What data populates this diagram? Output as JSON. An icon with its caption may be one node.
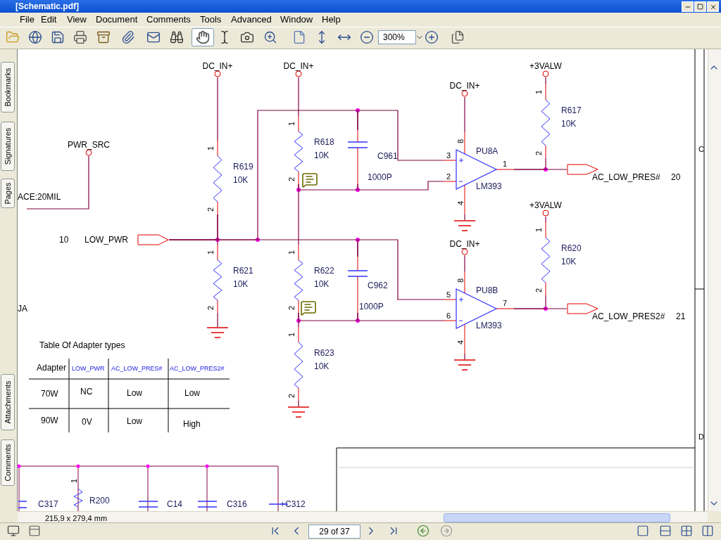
{
  "diagram": {
    "nodes": [
      {
        "text": [
          "PWR_SRC"
        ]
      },
      {
        "text": [
          "DC_IN+"
        ]
      },
      {
        "text": [
          "DC_IN+"
        ]
      },
      {
        "text": [
          "R619",
          "10K",
          "1",
          "2"
        ]
      },
      {
        "text": [
          "R621",
          "10K",
          "1",
          "2"
        ]
      },
      {
        "text": [
          "R618",
          "10K",
          "1",
          "2"
        ]
      },
      {
        "text": [
          "R622",
          "10K",
          "1",
          "2"
        ]
      },
      {
        "text": [
          "R623",
          "10K",
          "1",
          "2"
        ]
      },
      {
        "text": [
          "C961",
          "1000P"
        ]
      },
      {
        "text": [
          "C962",
          "1000P"
        ]
      },
      {
        "text": [
          "LOW_PWR"
        ]
      },
      {
        "text": [
          "PU8A",
          "LM393",
          "3",
          "2",
          "1",
          "8",
          "4"
        ]
      },
      {
        "text": [
          "PU8B",
          "LM393",
          "5",
          "6",
          "7",
          "8",
          "4"
        ]
      },
      {
        "text": [
          "DC_IN+"
        ]
      },
      {
        "text": [
          "DC_IN+"
        ]
      },
      {
        "text": [
          "+3VALW"
        ]
      },
      {
        "text": [
          "+3VALW"
        ]
      },
      {
        "text": [
          "R617",
          "10K",
          "1",
          "2"
        ]
      },
      {
        "text": [
          "R620",
          "10K",
          "1",
          "2"
        ]
      },
      {
        "text": [
          "AC_LOW_PRES#"
        ]
      },
      {
        "text": [
          "AC_LOW_PRES2#"
        ]
      },
      {
        "text": [],
        "shape": "ground"
      },
      {
        "text": [],
        "shape": "ground"
      },
      {
        "text": [],
        "shape": "ground"
      },
      {
        "text": [],
        "shape": "ground"
      }
    ],
    "edges": [
      {
        "from": 0,
        "to": null,
        "arrow": "none"
      },
      {
        "from": 1,
        "to": 3,
        "arrow": "none"
      },
      {
        "from": 3,
        "to": 4,
        "arrow": "none"
      },
      {
        "from": 4,
        "to": 21,
        "arrow": "none"
      },
      {
        "from": 10,
        "to": 3,
        "arrow": "none"
      },
      {
        "from": 10,
        "to": 8,
        "arrow": "none"
      },
      {
        "from": 8,
        "to": 11,
        "arrow": "none"
      },
      {
        "from": 10,
        "to": 9,
        "arrow": "none"
      },
      {
        "from": 9,
        "to": 12,
        "arrow": "none"
      },
      {
        "from": 2,
        "to": 5,
        "arrow": "none"
      },
      {
        "from": 5,
        "to": 6,
        "arrow": "none"
      },
      {
        "from": 5,
        "to": 8,
        "arrow": "none"
      },
      {
        "from": 8,
        "to": 11,
        "arrow": "none"
      },
      {
        "from": 6,
        "to": 9,
        "arrow": "none"
      },
      {
        "from": 9,
        "to": 12,
        "arrow": "none"
      },
      {
        "from": 6,
        "to": 7,
        "arrow": "none"
      },
      {
        "from": 7,
        "to": 22,
        "arrow": "none"
      },
      {
        "from": 13,
        "to": 11,
        "arrow": "none"
      },
      {
        "from": 11,
        "to": 23,
        "arrow": "none"
      },
      {
        "from": 14,
        "to": 12,
        "arrow": "none"
      },
      {
        "from": 12,
        "to": 24,
        "arrow": "none"
      },
      {
        "from": 15,
        "to": 17,
        "arrow": "none"
      },
      {
        "from": 17,
        "to": 11,
        "arrow": "none"
      },
      {
        "from": 11,
        "to": 19,
        "arrow": "none"
      },
      {
        "from": 16,
        "to": 18,
        "arrow": "none"
      },
      {
        "from": 18,
        "to": 12,
        "arrow": "none"
      },
      {
        "from": 12,
        "to": 20,
        "arrow": "none"
      }
    ],
    "labels": [
      "[Schematic.pdf]",
      "File",
      "Edit",
      "View",
      "Document",
      "Comments",
      "Tools",
      "Advanced",
      "Window",
      "Help",
      "300%",
      "Bookmarks",
      "Signatures",
      "Pages",
      "Attachments",
      "Comments",
      "ACE:20MIL",
      "JA",
      "Table Of Adapter types",
      "Adapter",
      "LOW_PWR",
      "AC_LOW_PRES#",
      "AC_LOW_PRES2#",
      "70W",
      "NC",
      "Low",
      "Low",
      "90W",
      "0V",
      "Low",
      "High",
      "1",
      "C317",
      "R200",
      "C14",
      "C316",
      "+C312",
      "C",
      "D",
      "215,9 x 279,4 mm",
      "29 of 37",
      "10",
      "20",
      "21"
    ]
  }
}
